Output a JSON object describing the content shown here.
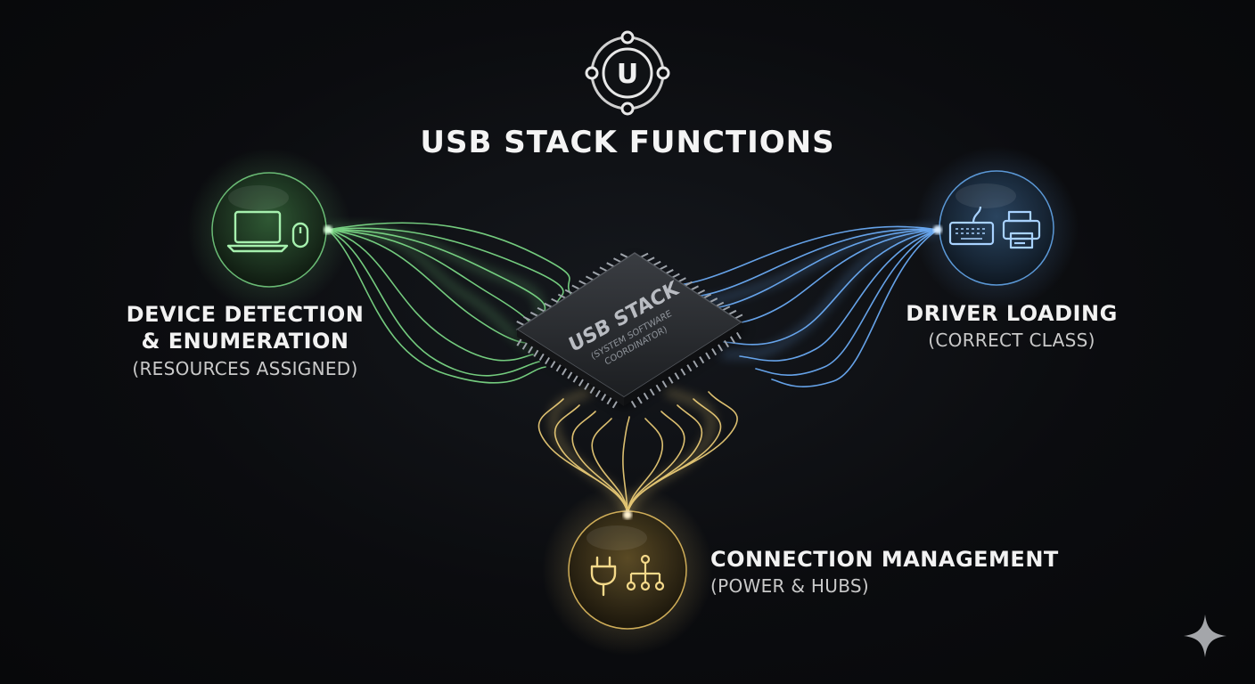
{
  "title": "USB STACK FUNCTIONS",
  "logo_letter": "U",
  "chip": {
    "title": "USB STACK",
    "subtitle_line1": "(SYSTEM SOFTWARE",
    "subtitle_line2": "COORDINATOR)"
  },
  "nodes": {
    "detection": {
      "title_line1": "DEVICE DETECTION",
      "title_line2": "& ENUMERATION",
      "subtitle": "(RESOURCES ASSIGNED)",
      "color": "#7fe08a",
      "icons": [
        "laptop-icon",
        "mouse-icon"
      ]
    },
    "driver": {
      "title": "DRIVER LOADING",
      "subtitle": "(CORRECT CLASS)",
      "color": "#6fb2ff",
      "icons": [
        "keyboard-icon",
        "printer-icon"
      ]
    },
    "connection": {
      "title": "CONNECTION MANAGEMENT",
      "subtitle": "(POWER & HUBS)",
      "color": "#f2d27a",
      "icons": [
        "power-plug-icon",
        "hub-tree-icon"
      ]
    }
  }
}
